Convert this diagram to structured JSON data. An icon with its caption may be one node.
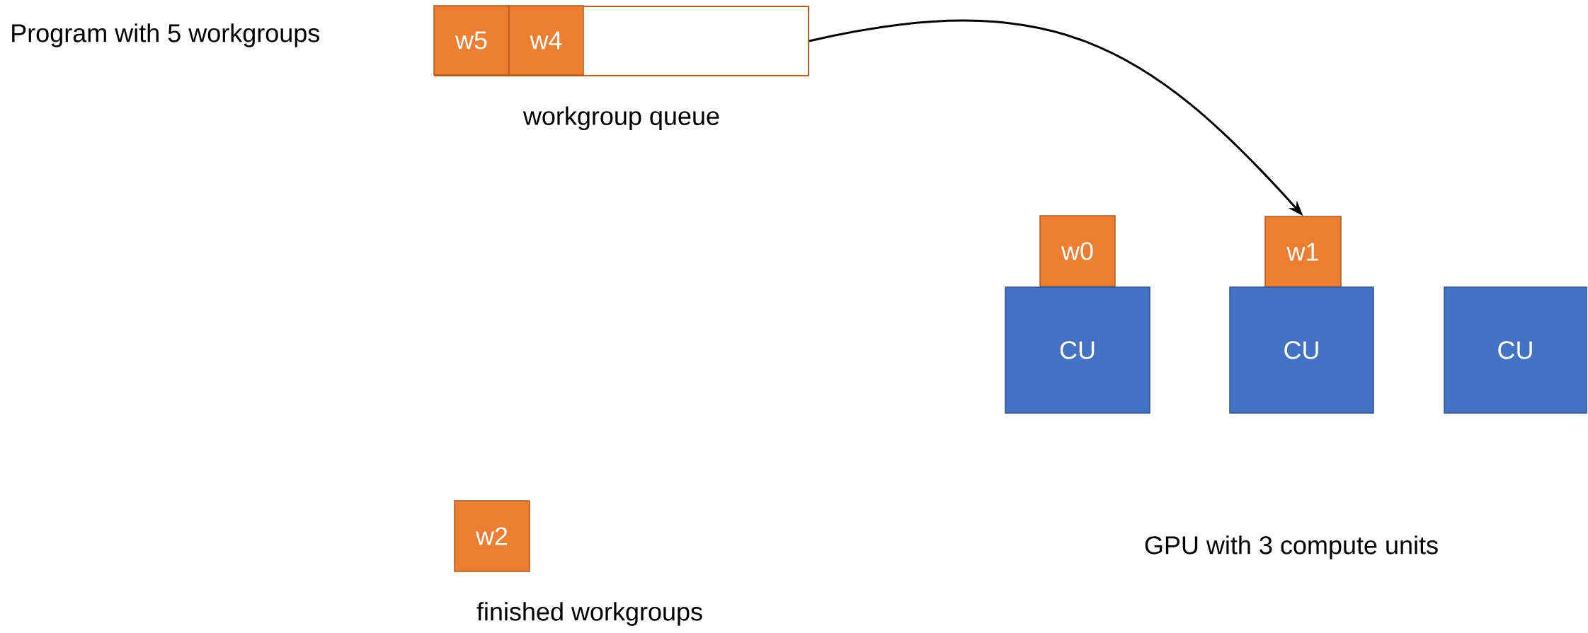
{
  "diagram": {
    "nodes": [
      {
        "text": [
          "workgroup queue"
        ]
      },
      {
        "text": [
          "w5"
        ],
        "in": 0
      },
      {
        "text": [
          "w4"
        ],
        "in": 0
      },
      {
        "text": [
          "w0"
        ]
      },
      {
        "text": [
          "w1"
        ]
      },
      {
        "text": [
          "CU"
        ]
      },
      {
        "text": [
          "CU"
        ]
      },
      {
        "text": [
          "CU"
        ]
      },
      {
        "text": [
          "w2"
        ]
      }
    ],
    "edges": [
      {
        "from": 0,
        "to": 4,
        "arrow": "to"
      }
    ],
    "labels": [
      "Program with 5 workgroups",
      "GPU with 3 compute units",
      "finished workgroups"
    ]
  }
}
